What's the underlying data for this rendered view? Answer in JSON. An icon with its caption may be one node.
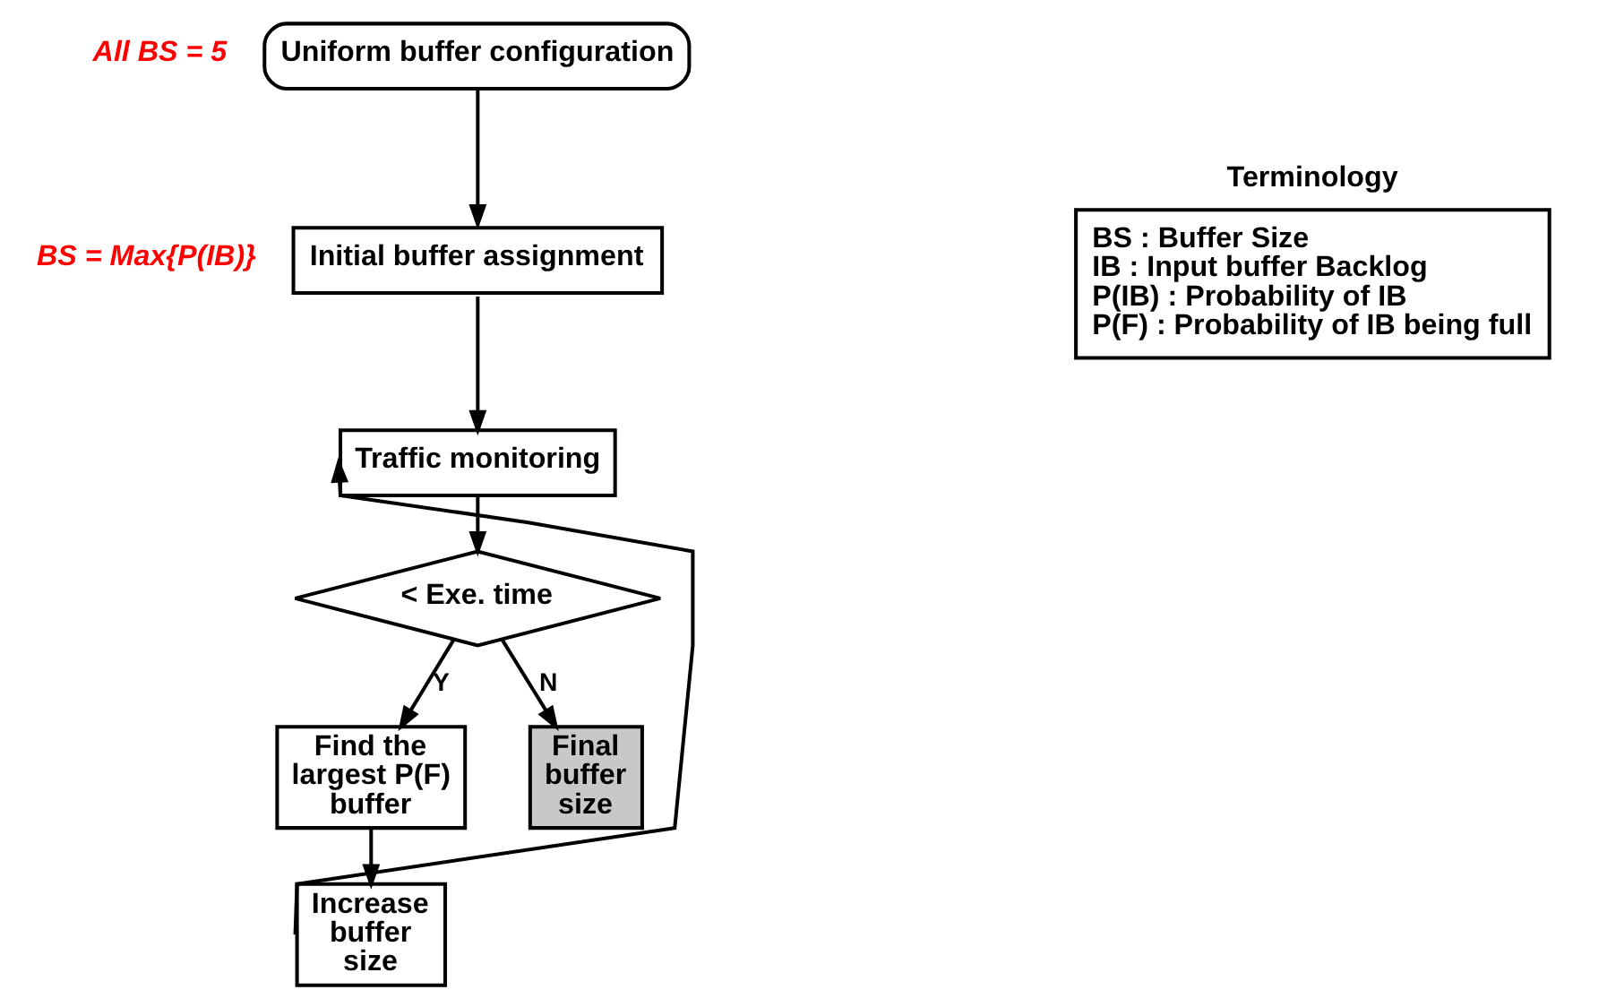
{
  "diagram": {
    "nodes": [
      {
        "text": [
          "Uniform buffer configuration"
        ],
        "beside": [
          "All BS = 5"
        ]
      },
      {
        "text": [
          "Initial buffer assignment"
        ],
        "beside": [
          "BS = Max{P(IB)}"
        ]
      },
      {
        "text": [
          "Traffic monitoring"
        ]
      },
      {
        "text": [
          "< Exe. time"
        ]
      },
      {
        "text": [
          "Find the largest P(F) buffer"
        ]
      },
      {
        "text": [
          "Final buffer size"
        ]
      },
      {
        "text": [
          "Increase buffer size"
        ]
      },
      {
        "text": [
          "Terminology",
          "BS : Buffer Size",
          "IB : Input buffer Backlog",
          "P(IB) : Probability of IB",
          "P(F) : Probability of IB being full"
        ]
      }
    ],
    "edges": [
      {
        "from": 0,
        "to": 1,
        "arrow": "to"
      },
      {
        "from": 1,
        "to": 2,
        "arrow": "to"
      },
      {
        "from": 2,
        "to": 3,
        "arrow": "to"
      },
      {
        "from": 3,
        "to": 4,
        "arrow": "to",
        "label": "Y"
      },
      {
        "from": 3,
        "to": 5,
        "arrow": "to",
        "label": "N"
      },
      {
        "from": 4,
        "to": 6,
        "arrow": "to"
      },
      {
        "from": 6,
        "to": 2,
        "arrow": "to"
      }
    ]
  }
}
